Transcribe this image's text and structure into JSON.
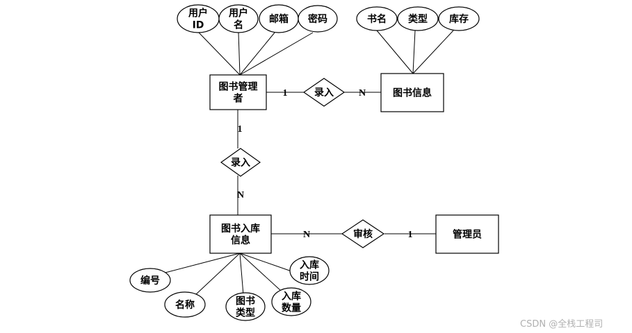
{
  "entities": {
    "book_manager": {
      "lines": [
        "图书管理",
        "者"
      ]
    },
    "book_info": {
      "lines": [
        "图书信息"
      ]
    },
    "book_inbound_info": {
      "lines": [
        "图书入库",
        "信息"
      ]
    },
    "administrator": {
      "lines": [
        "管理员"
      ]
    }
  },
  "relationships": {
    "enter_top": {
      "lines": [
        "录入"
      ]
    },
    "enter_mid": {
      "lines": [
        "录入"
      ]
    },
    "review": {
      "lines": [
        "审核"
      ]
    }
  },
  "attributes": {
    "user_id": {
      "lines": [
        "用户",
        "ID"
      ]
    },
    "username": {
      "lines": [
        "用户",
        "名"
      ]
    },
    "email": {
      "lines": [
        "邮箱"
      ]
    },
    "password": {
      "lines": [
        "密码"
      ]
    },
    "book_title": {
      "lines": [
        "书名"
      ]
    },
    "book_type": {
      "lines": [
        "类型"
      ]
    },
    "stock": {
      "lines": [
        "库存"
      ]
    },
    "serial_no": {
      "lines": [
        "编号"
      ]
    },
    "name": {
      "lines": [
        "名称"
      ]
    },
    "inbound_book_type": {
      "lines": [
        "图书",
        "类型"
      ]
    },
    "inbound_quantity": {
      "lines": [
        "入库",
        "数量"
      ]
    },
    "inbound_time": {
      "lines": [
        "入库",
        "时间"
      ]
    }
  },
  "cardinalities": {
    "manager_to_enter_top": "1",
    "enter_top_to_book_info": "N",
    "manager_to_enter_mid": "1",
    "enter_mid_to_inbound": "N",
    "inbound_to_review": "N",
    "review_to_admin": "1"
  },
  "watermark": "CSDN @全栈工程司"
}
